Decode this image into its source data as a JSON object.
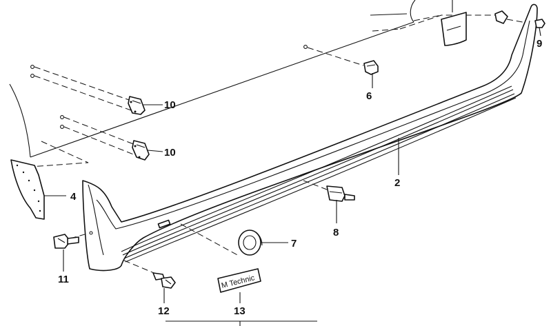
{
  "callouts": {
    "p2": "2",
    "p4": "4",
    "p6": "6",
    "p7": "7",
    "p8": "8",
    "p9": "9",
    "p10a": "10",
    "p10b": "10",
    "p11": "11",
    "p12": "12",
    "p13": "13"
  },
  "badge": {
    "text": "M Technic"
  }
}
